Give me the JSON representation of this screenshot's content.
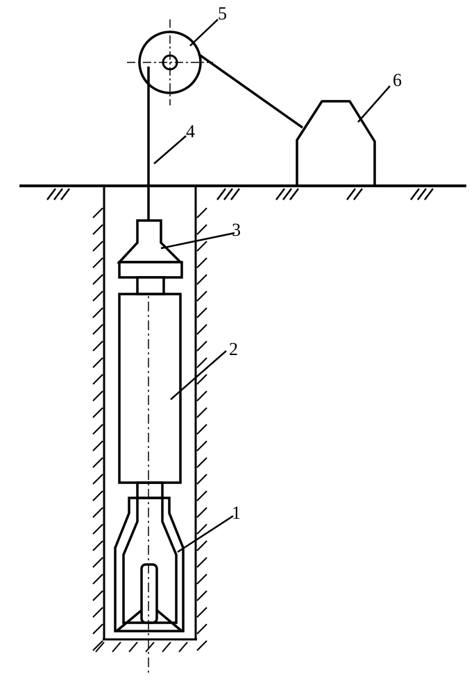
{
  "labels": {
    "l1": "1",
    "l2": "2",
    "l3": "3",
    "l4": "4",
    "l5": "5",
    "l6": "6"
  },
  "colors": {
    "ink": "#000000",
    "background": "#ffffff"
  }
}
